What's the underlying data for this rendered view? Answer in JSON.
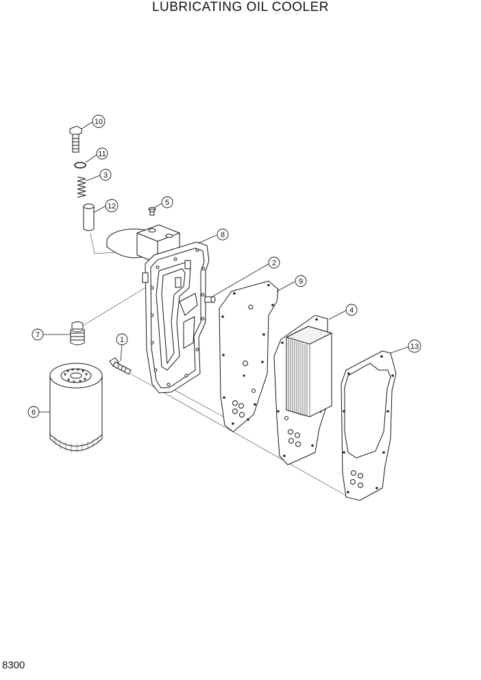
{
  "page": {
    "title": "LUBRICATING OIL COOLER",
    "code": "8300"
  },
  "parts": [
    {
      "num": "1"
    },
    {
      "num": "2"
    },
    {
      "num": "3"
    },
    {
      "num": "4"
    },
    {
      "num": "5"
    },
    {
      "num": "6"
    },
    {
      "num": "7"
    },
    {
      "num": "8"
    },
    {
      "num": "9"
    },
    {
      "num": "10"
    },
    {
      "num": "11"
    },
    {
      "num": "12"
    },
    {
      "num": "13"
    }
  ]
}
